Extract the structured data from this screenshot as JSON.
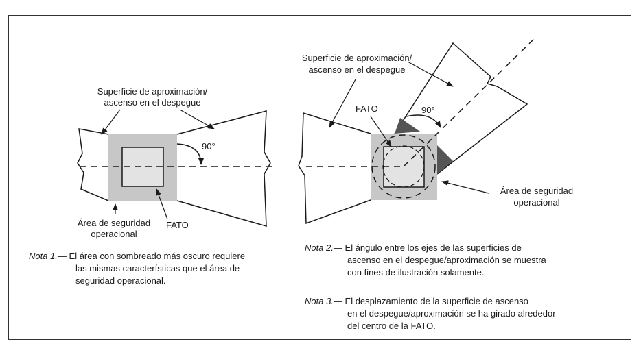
{
  "colors": {
    "outline": "#1a1a1a",
    "safety_area": "#c7c7c7",
    "fato": "#e3e3e3",
    "dark_shading": "#555555"
  },
  "left_figure": {
    "surface_label": [
      "Superficie de aproximación/",
      "ascenso en el despegue"
    ],
    "angle_label": "90°",
    "fato_label": "FATO",
    "safety_area_label": [
      "Área de seguridad",
      "operacional"
    ]
  },
  "right_figure": {
    "surface_label": [
      "Superficie de aproximación/",
      "ascenso en el despegue"
    ],
    "angle_label": "90°",
    "fato_label": "FATO",
    "safety_area_label": [
      "Área de seguridad",
      "operacional"
    ]
  },
  "notes": {
    "note1": {
      "key": "Nota 1.",
      "lines": [
        "— El área con sombreado más oscuro requiere",
        "las mismas características que el área de",
        "seguridad operacional."
      ]
    },
    "note2": {
      "key": "Nota 2.",
      "lines": [
        "— El ángulo entre los ejes de las superficies de",
        "ascenso en el despegue/aproximación se muestra",
        "con fines de ilustración solamente."
      ]
    },
    "note3": {
      "key": "Nota 3.",
      "lines": [
        "— El desplazamiento de la superficie de ascenso",
        "en el despegue/aproximación se ha girado alrededor",
        "del centro de la FATO."
      ]
    }
  }
}
